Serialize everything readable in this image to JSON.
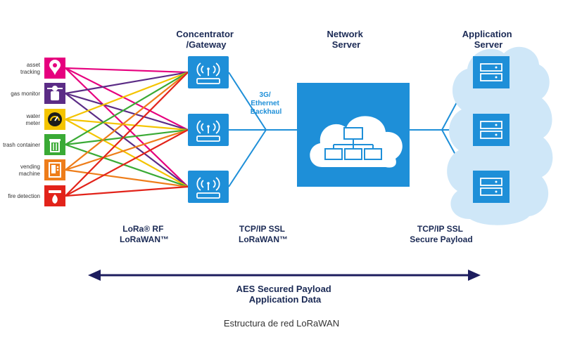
{
  "headers": {
    "concentrator": [
      "Concentrator",
      "/Gateway"
    ],
    "network": [
      "Network",
      "Server"
    ],
    "application": [
      "Application",
      "Server"
    ]
  },
  "backhaul": [
    "3G/",
    "Ethernet",
    "Backhaul"
  ],
  "devices": [
    {
      "label": [
        "asset",
        "tracking"
      ],
      "color": "#e6007e",
      "icon": "location-pin-icon"
    },
    {
      "label": [
        "gas monitor"
      ],
      "color": "#5b2c86",
      "icon": "gas-monitor-icon"
    },
    {
      "label": [
        "water",
        "meter"
      ],
      "color": "#f4c400",
      "icon": "gauge-icon"
    },
    {
      "label": [
        "trash container"
      ],
      "color": "#3aaa35",
      "icon": "trash-icon"
    },
    {
      "label": [
        "vending",
        "machine"
      ],
      "color": "#ee7d1a",
      "icon": "vending-machine-icon"
    },
    {
      "label": [
        "fire detection"
      ],
      "color": "#e2231a",
      "icon": "fire-detection-icon"
    }
  ],
  "protocols": {
    "lora": [
      "LoRa® RF",
      "LoRaWAN™"
    ],
    "tcp1": [
      "TCP/IP SSL",
      "LoRaWAN™"
    ],
    "tcp2": [
      "TCP/IP SSL",
      "Secure Payload"
    ]
  },
  "aes": [
    "AES Secured Payload",
    "Application Data"
  ],
  "caption": "Estructura de red LoRaWAN",
  "colors": {
    "blue": "#1e8fd8",
    "navy": "#1b2a55",
    "cloud_light": "#cfe7f8",
    "arrow": "#1d1d5e"
  }
}
